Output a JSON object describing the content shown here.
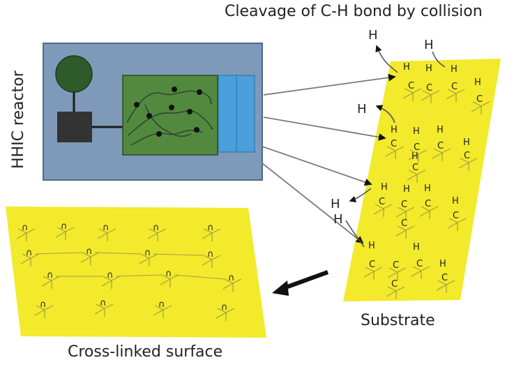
{
  "title": "Cleavage of C-H bond by collision",
  "reactor": {
    "label": "HHIC reactor"
  },
  "substrate": {
    "label": "Substrate",
    "atom_h": "H",
    "atom_c": "C"
  },
  "surface": {
    "label": "Cross-linked surface"
  },
  "colors": {
    "substrate": "#f2ea2b",
    "reactor_body": "#7f9ab8",
    "reactor_chamber": "#53893f",
    "reactor_window": "#4a9fdc",
    "reactor_circle": "#2f5a2c",
    "reactor_box": "#333333",
    "arrow": "#111111"
  }
}
